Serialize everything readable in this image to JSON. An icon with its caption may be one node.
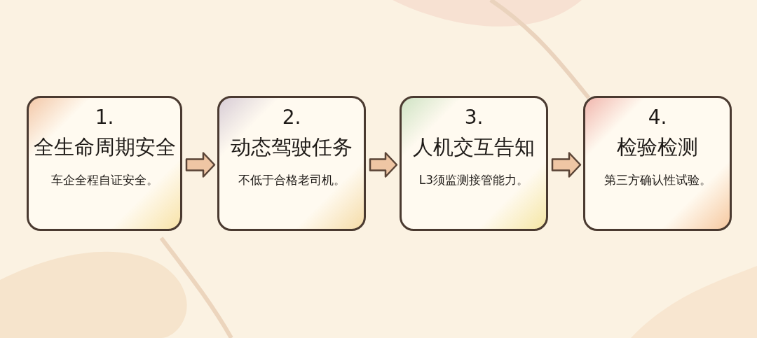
{
  "diagram": {
    "nodes": [
      {
        "text": [
          "1.",
          "全生命周期安全",
          "车企全程自证安全。"
        ]
      },
      {
        "text": [
          "2.",
          "动态驾驶任务",
          "不低于合格老司机。"
        ]
      },
      {
        "text": [
          "3.",
          "人机交互告知",
          "L3须监测接管能力。"
        ]
      },
      {
        "text": [
          "4.",
          "检验检测",
          "第三方确认性试验。"
        ]
      }
    ],
    "edges": [
      {
        "from": 0,
        "to": 1,
        "arrow": "to"
      },
      {
        "from": 1,
        "to": 2,
        "arrow": "to"
      },
      {
        "from": 2,
        "to": 3,
        "arrow": "to"
      }
    ]
  }
}
